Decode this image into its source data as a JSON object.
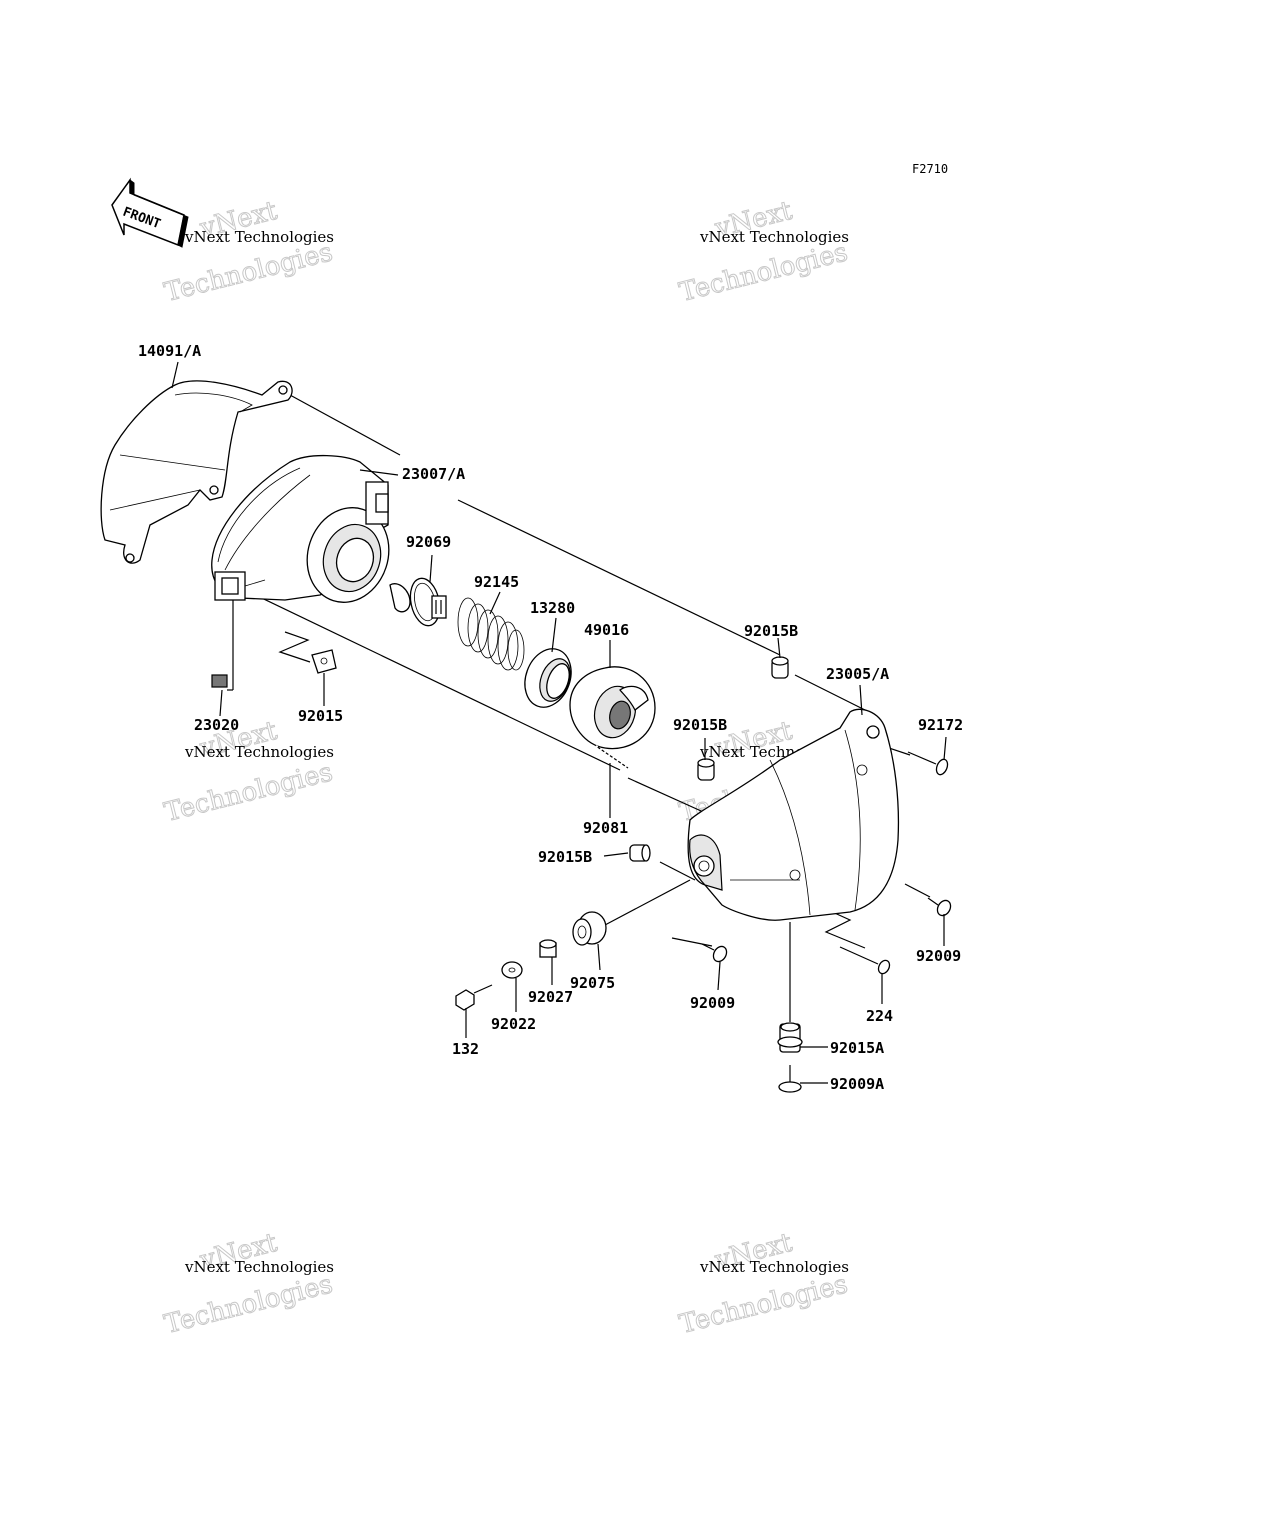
{
  "diagram_code": "F2710",
  "front_marker": "FRONT",
  "watermark": {
    "line1": "vNext Technologies",
    "line2": "vNext",
    "line3": "Technologies"
  },
  "labels": [
    {
      "id": "p14091A",
      "text": "14091/A"
    },
    {
      "id": "p23007A",
      "text": "23007/A"
    },
    {
      "id": "p92069",
      "text": "92069"
    },
    {
      "id": "p92145",
      "text": "92145"
    },
    {
      "id": "p13280",
      "text": "13280"
    },
    {
      "id": "p49016",
      "text": "49016"
    },
    {
      "id": "p92015B_top",
      "text": "92015B"
    },
    {
      "id": "p23005A",
      "text": "23005/A"
    },
    {
      "id": "p92172",
      "text": "92172"
    },
    {
      "id": "p92015B_mid",
      "text": "92015B"
    },
    {
      "id": "p23020",
      "text": "23020"
    },
    {
      "id": "p92015",
      "text": "92015"
    },
    {
      "id": "p92081",
      "text": "92081"
    },
    {
      "id": "p92015B_low",
      "text": "92015B"
    },
    {
      "id": "p92009_right",
      "text": "92009"
    },
    {
      "id": "p92075",
      "text": "92075"
    },
    {
      "id": "p92027",
      "text": "92027"
    },
    {
      "id": "p92022",
      "text": "92022"
    },
    {
      "id": "p132",
      "text": "132"
    },
    {
      "id": "p92009_mid",
      "text": "92009"
    },
    {
      "id": "p224",
      "text": "224"
    },
    {
      "id": "p92015A",
      "text": "92015A"
    },
    {
      "id": "p92009A",
      "text": "92009A"
    }
  ]
}
